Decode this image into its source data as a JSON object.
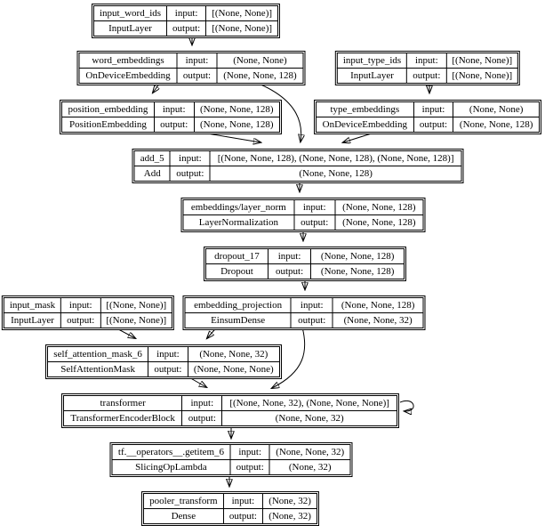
{
  "diagram": {
    "background_color": "#ffffff",
    "line_color": "#000000",
    "labels": {
      "input": "input:",
      "output": "output:"
    },
    "nodes": [
      {
        "name": "input_word_ids",
        "type": "InputLayer",
        "input": "[(None, None)]",
        "output": "[(None, None)]"
      },
      {
        "name": "word_embeddings",
        "type": "OnDeviceEmbedding",
        "input": "(None, None)",
        "output": "(None, None, 128)"
      },
      {
        "name": "input_type_ids",
        "type": "InputLayer",
        "input": "[(None, None)]",
        "output": "[(None, None)]"
      },
      {
        "name": "position_embedding",
        "type": "PositionEmbedding",
        "input": "(None, None, 128)",
        "output": "(None, None, 128)"
      },
      {
        "name": "type_embeddings",
        "type": "OnDeviceEmbedding",
        "input": "(None, None)",
        "output": "(None, None, 128)"
      },
      {
        "name": "add_5",
        "type": "Add",
        "input": "[(None, None, 128), (None, None, 128), (None, None, 128)]",
        "output": "(None, None, 128)"
      },
      {
        "name": "embeddings/layer_norm",
        "type": "LayerNormalization",
        "input": "(None, None, 128)",
        "output": "(None, None, 128)"
      },
      {
        "name": "dropout_17",
        "type": "Dropout",
        "input": "(None, None, 128)",
        "output": "(None, None, 128)"
      },
      {
        "name": "input_mask",
        "type": "InputLayer",
        "input": "[(None, None)]",
        "output": "[(None, None)]"
      },
      {
        "name": "embedding_projection",
        "type": "EinsumDense",
        "input": "(None, None, 128)",
        "output": "(None, None, 32)"
      },
      {
        "name": "self_attention_mask_6",
        "type": "SelfAttentionMask",
        "input": "(None, None, 32)",
        "output": "(None, None, None)"
      },
      {
        "name": "transformer",
        "type": "TransformerEncoderBlock",
        "input": "[(None, None, 32), (None, None, None)]",
        "output": "(None, None, 32)"
      },
      {
        "name": "tf.__operators__.getitem_6",
        "type": "SlicingOpLambda",
        "input": "(None, None, 32)",
        "output": "(None, 32)"
      },
      {
        "name": "pooler_transform",
        "type": "Dense",
        "input": "(None, 32)",
        "output": "(None, 32)"
      }
    ],
    "edges": [
      {
        "from": "input_word_ids",
        "to": "word_embeddings"
      },
      {
        "from": "word_embeddings",
        "to": "position_embedding"
      },
      {
        "from": "word_embeddings",
        "to": "add_5"
      },
      {
        "from": "input_type_ids",
        "to": "type_embeddings"
      },
      {
        "from": "position_embedding",
        "to": "add_5"
      },
      {
        "from": "type_embeddings",
        "to": "add_5"
      },
      {
        "from": "add_5",
        "to": "embeddings/layer_norm"
      },
      {
        "from": "embeddings/layer_norm",
        "to": "dropout_17"
      },
      {
        "from": "dropout_17",
        "to": "embedding_projection"
      },
      {
        "from": "input_mask",
        "to": "self_attention_mask_6"
      },
      {
        "from": "embedding_projection",
        "to": "self_attention_mask_6"
      },
      {
        "from": "embedding_projection",
        "to": "transformer"
      },
      {
        "from": "self_attention_mask_6",
        "to": "transformer"
      },
      {
        "from": "transformer",
        "to": "transformer"
      },
      {
        "from": "transformer",
        "to": "tf.__operators__.getitem_6"
      },
      {
        "from": "tf.__operators__.getitem_6",
        "to": "pooler_transform"
      }
    ]
  }
}
